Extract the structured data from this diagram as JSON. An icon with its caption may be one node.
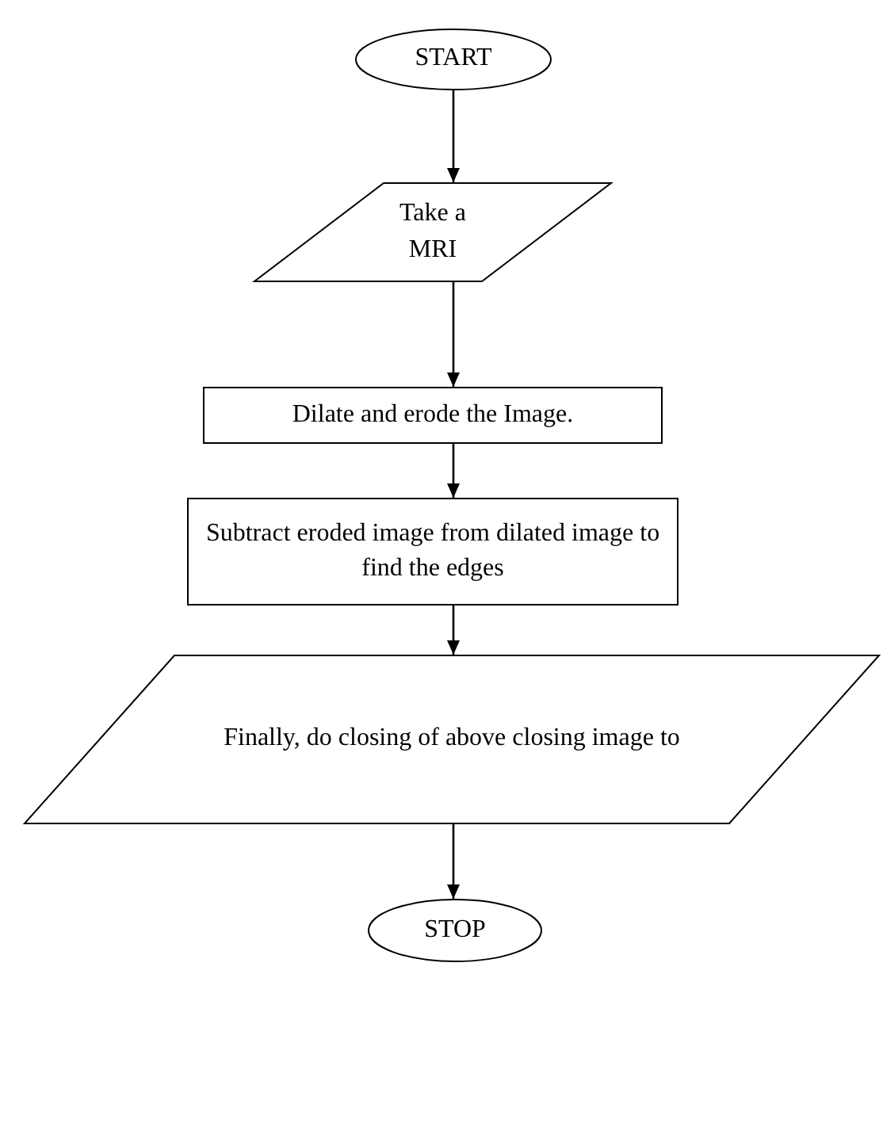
{
  "diagram": {
    "nodes": [
      {
        "text": [
          "START"
        ]
      },
      {
        "text": [
          "Take a MRI"
        ]
      },
      {
        "text": [
          "Dilate and erode the Image."
        ]
      },
      {
        "text": [
          "Subtract eroded image from dilated image to find the edges"
        ]
      },
      {
        "text": [
          "Finally, do closing of above closing image to"
        ]
      },
      {
        "text": [
          "STOP"
        ]
      }
    ],
    "edges": [
      {
        "from": 0,
        "to": 1,
        "arrow": "to"
      },
      {
        "from": 1,
        "to": 2,
        "arrow": "to"
      },
      {
        "from": 2,
        "to": 3,
        "arrow": "to"
      },
      {
        "from": 3,
        "to": 4,
        "arrow": "to"
      },
      {
        "from": 4,
        "to": 5,
        "arrow": "to"
      }
    ]
  }
}
